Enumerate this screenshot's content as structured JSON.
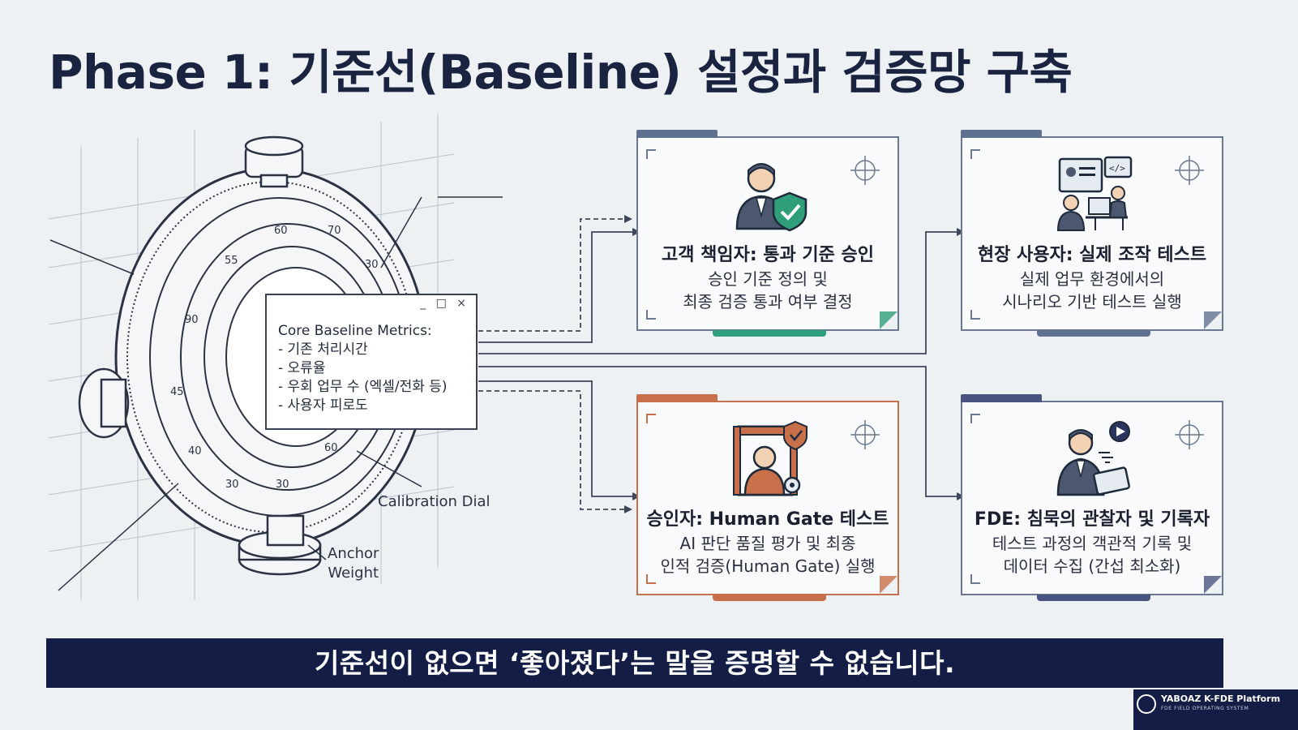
{
  "title": "Phase 1: 기준선(Baseline) 설정과 검증망 구축",
  "metrics": {
    "window_controls": "_ □ ×",
    "heading": "Core Baseline Metrics:",
    "items": [
      "- 기존 처리시간",
      "- 오류율",
      "- 우회 업무 수 (엑셀/전화 등)",
      "- 사용자 피로도"
    ]
  },
  "callouts": {
    "dial": "Calibration Dial",
    "anchor_line1": "Anchor",
    "anchor_line2": "Weight"
  },
  "dial_ticks": [
    "60",
    "70",
    "55",
    "30",
    "90",
    "45",
    "40",
    "30",
    "30",
    "60"
  ],
  "cards": [
    {
      "id": "customer",
      "heading": "고객 책임자: 통과 기준 승인",
      "body_line1": "승인 기준 정의 및",
      "body_line2": "최종 검증 통과 여부 결정",
      "accent": "#2e9e7b",
      "icon": "person-shield-check-icon"
    },
    {
      "id": "field-user",
      "heading": "현장 사용자: 실제 조작 테스트",
      "body_line1": "실제 업무 환경에서의",
      "body_line2": "시나리오 기반 테스트 실행",
      "accent": "#5f7190",
      "icon": "user-at-workstation-icon"
    },
    {
      "id": "approver",
      "heading": "승인자: Human Gate 테스트",
      "body_line1": "AI 판단 품질 평가 및 최종",
      "body_line2": "인적 검증(Human Gate) 실행",
      "accent": "#c8704a",
      "icon": "person-gate-icon"
    },
    {
      "id": "fde",
      "heading": "FDE: 침묵의 관찰자 및 기록자",
      "body_line1": "테스트 과정의 객관적 기록 및",
      "body_line2": "데이터 수집 (간섭 최소화)",
      "accent": "#4a5480",
      "icon": "person-laptop-record-icon"
    }
  ],
  "banner": "기준선이 없으면 ‘좋아졌다’는 말을 증명할 수 없습니다.",
  "logo": {
    "line1": "YABOAZ K-FDE Platform",
    "line2": "FDE FIELD OPERATING SYSTEM"
  }
}
